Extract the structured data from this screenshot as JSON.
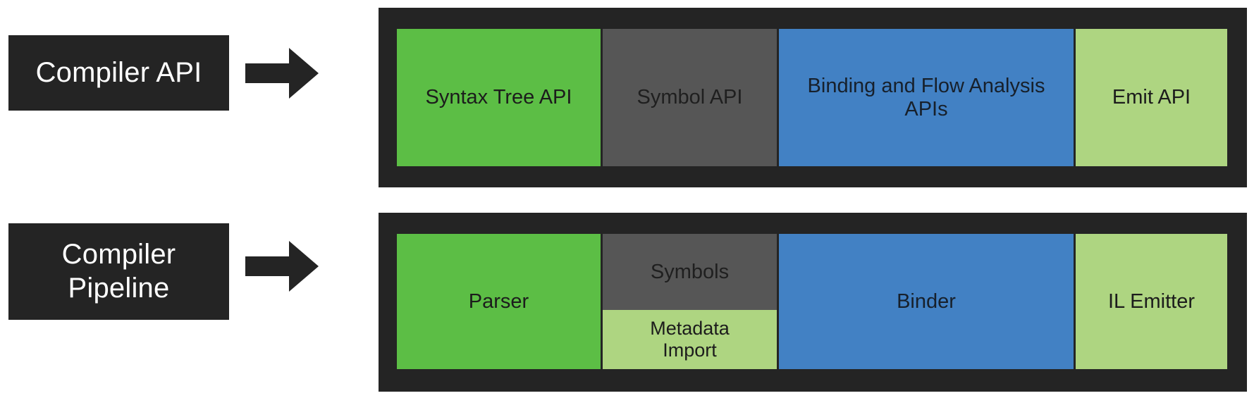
{
  "diagram": {
    "title": "Compiler API and Compiler Pipeline layers",
    "colors": {
      "plate": "#242424",
      "band": "#242424",
      "green": "#5CBE45",
      "gray": "#565656",
      "blue": "#4281C4",
      "light_green": "#AED581",
      "arrow": "#242424",
      "background": "#FFFFFF"
    },
    "rows": [
      {
        "id": "compiler-api",
        "label": "Compiler API",
        "arrow": "arrow-right-icon",
        "cells": [
          {
            "label": "Syntax Tree API",
            "color": "green"
          },
          {
            "label": "Symbol API",
            "color": "gray"
          },
          {
            "label": "Binding and Flow Analysis APIs",
            "color": "blue"
          },
          {
            "label": "Emit API",
            "color": "light_green"
          }
        ]
      },
      {
        "id": "compiler-pipeline",
        "label": "Compiler\nPipeline",
        "arrow": "arrow-right-icon",
        "cells": [
          {
            "label": "Parser",
            "color": "green"
          },
          {
            "label": "Symbols",
            "color": "gray",
            "sub_label": "Metadata\nImport",
            "sub_color": "light_green"
          },
          {
            "label": "Binder",
            "color": "blue"
          },
          {
            "label": "IL Emitter",
            "color": "light_green"
          }
        ]
      }
    ]
  }
}
